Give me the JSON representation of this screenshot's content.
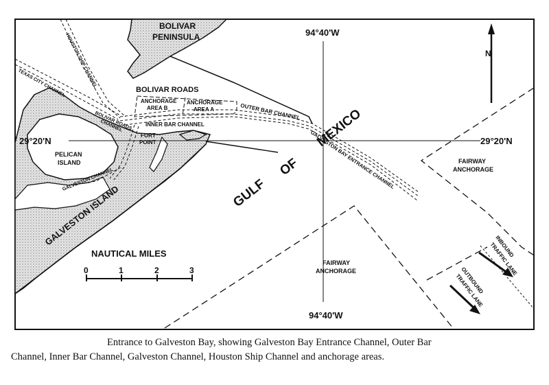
{
  "map": {
    "coords": {
      "lon_top": "94°40'W",
      "lon_bottom": "94°40'W",
      "lat_left": "29°20'N",
      "lat_right": "29°20'N"
    },
    "north_arrow": "N",
    "labels": {
      "bolivar_line1": "BOLIVAR",
      "bolivar_line2": "PENINSULA",
      "houston_ship_channel": "HOUSTON SHIP CHANNEL",
      "texas_city_channel": "TEXAS CITY CHANNEL",
      "bolivar_roads": "BOLIVAR ROADS",
      "anchorage_b_line1": "ANCHORAGE",
      "anchorage_b_line2": "AREA B",
      "anchorage_a_line1": "ANCHORAGE",
      "anchorage_a_line2": "AREA A",
      "outer_bar_channel": "OUTER BAR CHANNEL",
      "inner_bar_channel": "INNER BAR CHANNEL",
      "bolivar_roads_channel_line1": "BOLIVAR ROADS",
      "bolivar_roads_channel_line2": "CHANNEL",
      "fort_point_line1": "FORT",
      "fort_point_line2": "POINT",
      "pelican_line1": "PELICAN",
      "pelican_line2": "ISLAND",
      "galveston_channel": "GALVESTON CHANNEL",
      "galveston_island": "GALVESTON ISLAND",
      "gulf": "GULF",
      "of": "OF",
      "mexico": "MEXICO",
      "entrance_channel": "GALVESTON BAY ENTRANCE CHANNEL",
      "fairway_right_line1": "FAIRWAY",
      "fairway_right_line2": "ANCHORAGE",
      "fairway_bottom_line1": "FAIRWAY",
      "fairway_bottom_line2": "ANCHORAGE",
      "inbound_line1": "INBOUND",
      "inbound_line2": "TRAFFIC LANE",
      "outbound_line1": "OUTBOUND",
      "outbound_line2": "TRAFFIC LANE"
    },
    "scale": {
      "title": "NAUTICAL MILES",
      "ticks": [
        "0",
        "1",
        "2",
        "3"
      ]
    }
  },
  "caption": {
    "line1": "Entrance to Galveston Bay, showing Galveston Bay Entrance Channel, Outer Bar",
    "line2": "Channel, Inner Bar Channel, Galveston Channel,  Houston Ship Channel and anchorage areas."
  }
}
